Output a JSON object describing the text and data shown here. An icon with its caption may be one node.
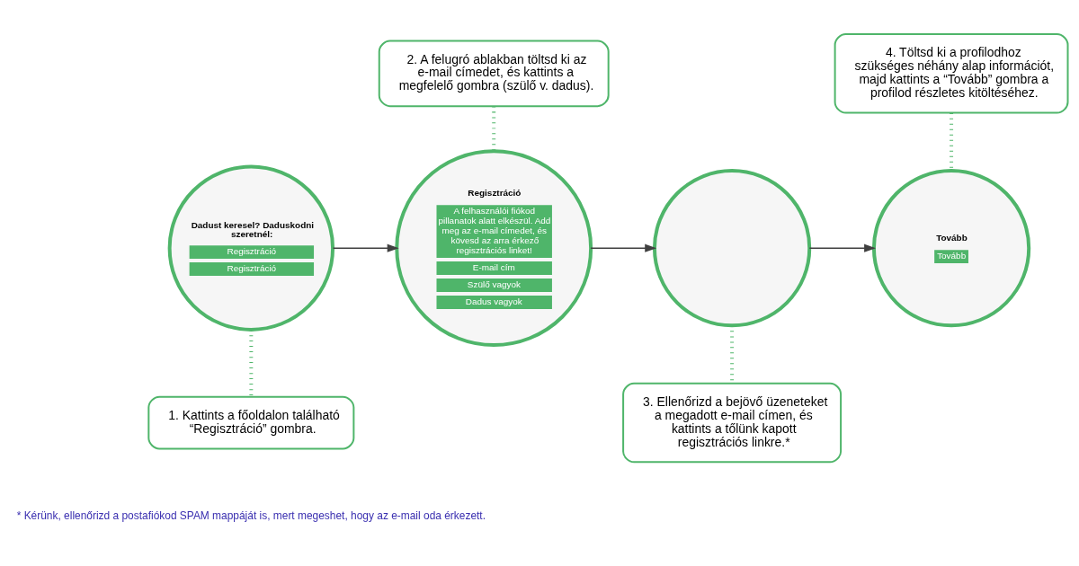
{
  "diagram": {
    "nodes": [
      {
        "text": [
          "1. Kattints a főoldalon található “Regisztráció” gombra."
        ]
      },
      {
        "text": [
          "Dadust keresel? Daduskodni szeretnél:",
          "Regisztráció",
          "Regisztráció"
        ]
      },
      {
        "text": [
          "2. A felugró ablakban töltsd ki az e-mail címedet, és kattints a megfelelő gombra (szülő v. dadus)."
        ]
      },
      {
        "text": [
          "Regisztráció",
          "A felhasználói fiókod pillanatok alatt elkészül. Add meg az e-mail címedet, és kövesd az arra érkező regisztrációs linket!",
          "E-mail cím",
          "Szülő vagyok",
          "Dadus vagyok"
        ]
      },
      {
        "text": [],
        "shape": "circle"
      },
      {
        "text": [
          "3. Ellenőrizd a bejövő üzeneteket a megadott e-mail címen, és kattints a tőlünk kapott regisztrációs linkre.*"
        ]
      },
      {
        "text": [
          "4. Töltsd ki a profilodhoz szükséges néhány alap információt, majd kattints a “Tovább” gombra a profilod részletes kitöltéséhez."
        ]
      },
      {
        "text": [
          "Tovább",
          "Tovább"
        ]
      }
    ],
    "edges": [
      {
        "from": 1,
        "to": 0,
        "arrow": "none",
        "style": "dashed"
      },
      {
        "from": 2,
        "to": 3,
        "arrow": "none",
        "style": "dashed"
      },
      {
        "from": 4,
        "to": 5,
        "arrow": "none",
        "style": "dashed"
      },
      {
        "from": 6,
        "to": 7,
        "arrow": "none",
        "style": "dashed"
      },
      {
        "from": 1,
        "to": 3,
        "arrow": "to",
        "color": "#404040"
      },
      {
        "from": 3,
        "to": 4,
        "arrow": "to",
        "color": "#404040"
      },
      {
        "from": 4,
        "to": 7,
        "arrow": "to",
        "color": "#404040"
      }
    ],
    "labels": [
      "* Kérünk, ellenőrizd a postafiókod SPAM mappáját is, mert megeshet, hogy az e-mail oda érkezett."
    ]
  }
}
